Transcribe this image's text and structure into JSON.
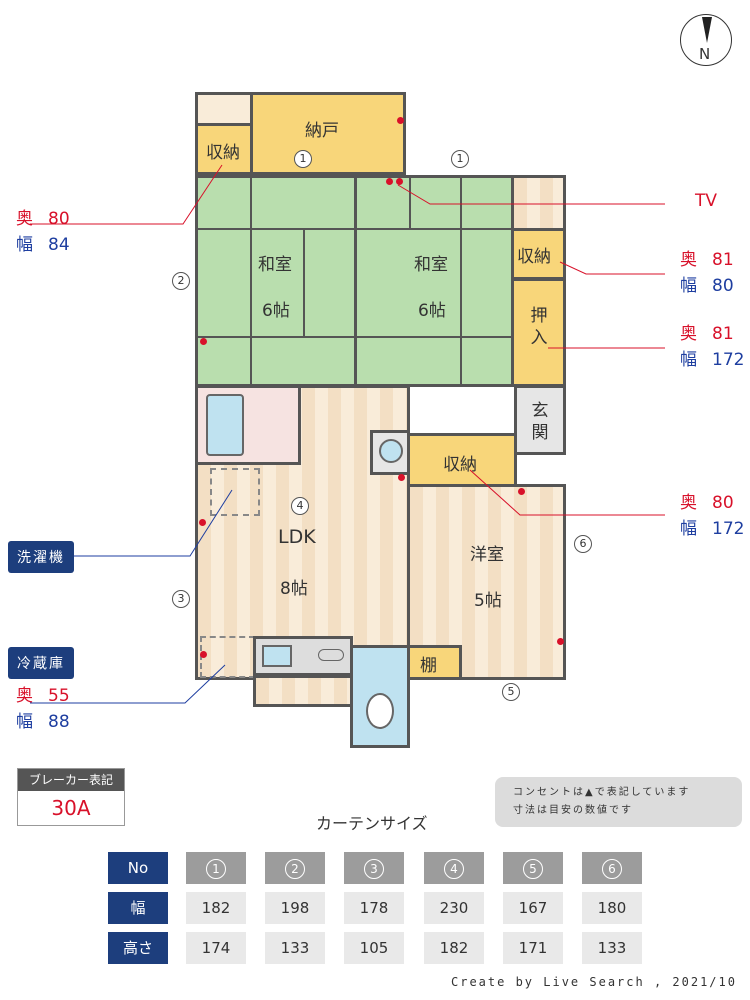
{
  "compass": {
    "label": "N"
  },
  "rooms": {
    "nando": "納戸",
    "storage_topleft": "収納",
    "washitsu_left": "和室",
    "washitsu_left_size": "6帖",
    "washitsu_right": "和室",
    "washitsu_right_size": "6帖",
    "storage_right": "収納",
    "oshiire": "押入",
    "genkan": "玄関",
    "storage_mid": "収納",
    "ldk": "LDK",
    "ldk_size": "8帖",
    "yoshitsu": "洋室",
    "yoshitsu_size": "5帖",
    "tana": "棚"
  },
  "window_markers": [
    "1",
    "1",
    "2",
    "3",
    "4",
    "5",
    "6"
  ],
  "callouts": {
    "left_top": {
      "depth_label": "奥",
      "depth": "80",
      "width_label": "幅",
      "width": "84"
    },
    "tv": "TV",
    "right_storage": {
      "depth_label": "奥",
      "depth": "81",
      "width_label": "幅",
      "width": "80"
    },
    "oshiire": {
      "depth_label": "奥",
      "depth": "81",
      "width_label": "幅",
      "width": "172"
    },
    "mid_storage": {
      "depth_label": "奥",
      "depth": "80",
      "width_label": "幅",
      "width": "172"
    },
    "washer": "洗濯機",
    "fridge": {
      "label": "冷蔵庫",
      "depth_label": "奥",
      "depth": "55",
      "width_label": "幅",
      "width": "88"
    }
  },
  "breaker": {
    "label": "ブレーカー表記",
    "value": "30A"
  },
  "notes": [
    "コンセントは▲で表記しています",
    "寸法は目安の数値です"
  ],
  "curtain": {
    "title": "カーテンサイズ",
    "row_headers": [
      "No",
      "幅",
      "高さ"
    ],
    "numbers": [
      "1",
      "2",
      "3",
      "4",
      "5",
      "6"
    ],
    "widths": [
      "182",
      "198",
      "178",
      "230",
      "167",
      "180"
    ],
    "heights": [
      "174",
      "133",
      "105",
      "182",
      "171",
      "133"
    ]
  },
  "credit": "Create by Live Search , 2021/10"
}
